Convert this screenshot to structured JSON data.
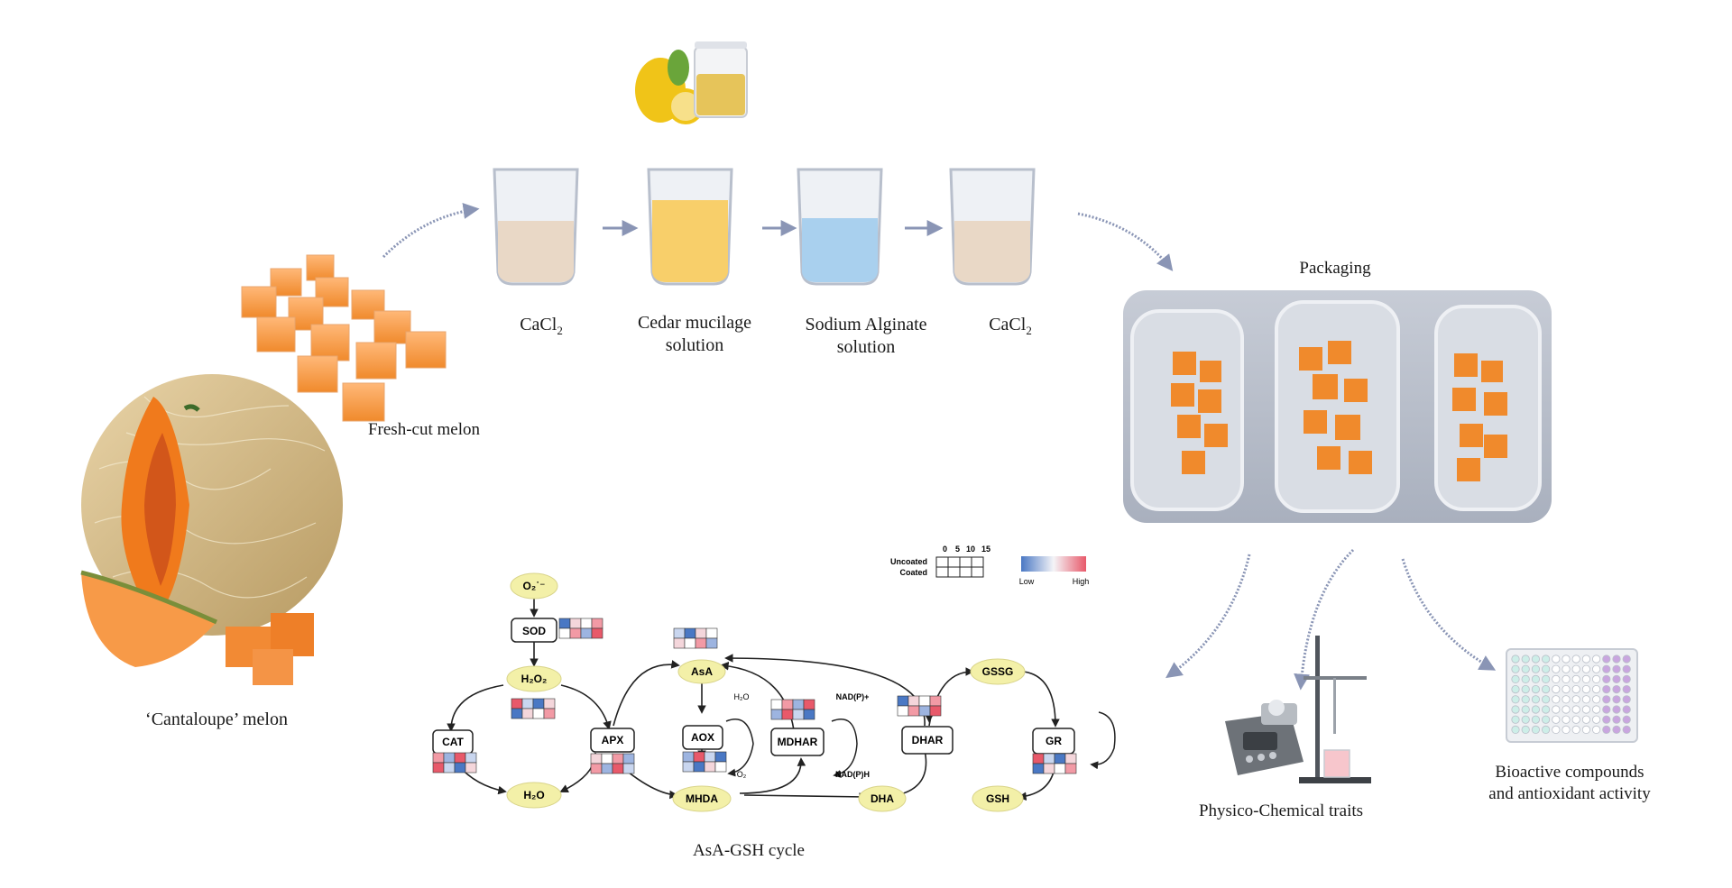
{
  "labels": {
    "fresh_cut": "Fresh-cut melon",
    "cantaloupe": "‘Cantaloupe’ melon",
    "step1": "CaCl",
    "step1_sub": "2",
    "step2_line1": "Cedar mucilage",
    "step2_line2": "solution",
    "step3_line1": "Sodium Alginate",
    "step3_line2": "solution",
    "step4": "CaCl",
    "step4_sub": "2",
    "packaging": "Packaging",
    "physico": "Physico-Chemical traits",
    "bioactive_line1": "Bioactive compounds",
    "bioactive_line2": "and antioxidant activity",
    "cycle": "AsA-GSH cycle"
  },
  "legend": {
    "uncoated": "Uncoated",
    "coated": "Coated",
    "days": [
      "0",
      "5",
      "10",
      "15"
    ],
    "low": "Low",
    "high": "High"
  },
  "pathway": {
    "o2_radical": "O₂˙⁻",
    "sod": "SOD",
    "h2o2": "H₂O₂",
    "cat": "CAT",
    "apx": "APX",
    "h2o_left": "H₂O",
    "asa": "AsA",
    "aox": "AOX",
    "h2o_aox": "H₂O",
    "o2": "O₂",
    "mhdar": "MDHAR",
    "mhda": "MHDA",
    "nadp_plus": "NAD(P)+",
    "nadph": "NAD(P)H",
    "dhar": "DHAR",
    "dha": "DHA",
    "gssg": "GSSG",
    "gr": "GR",
    "gsh": "GSH"
  },
  "colors": {
    "arrow": "#8a95b5",
    "node_fill": "#f3f0a8",
    "heat_low": "#4a78c4",
    "heat_high": "#e8596a",
    "melon_orange": "#f08a2c"
  }
}
